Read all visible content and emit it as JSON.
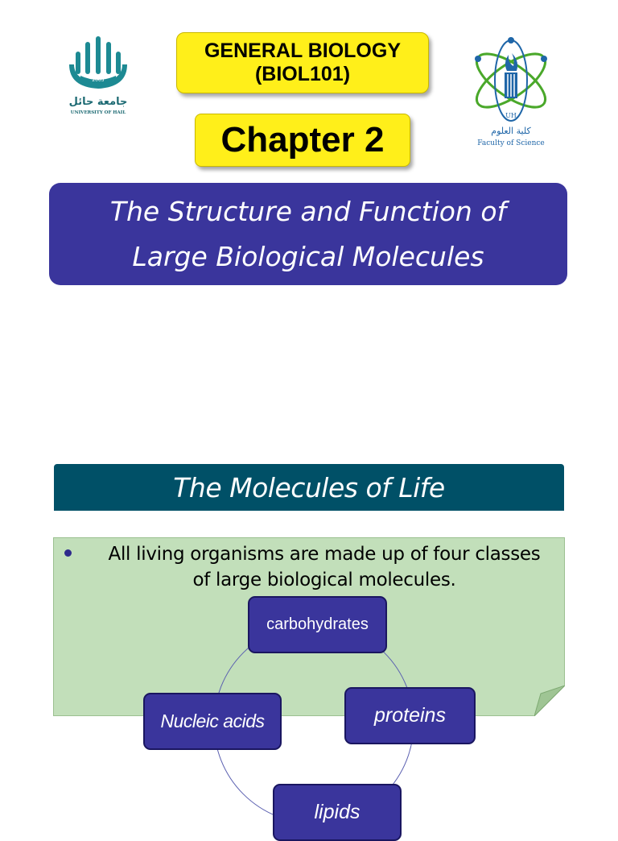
{
  "header": {
    "course_line1": "GENERAL BIOLOGY",
    "course_line2": "(BIOL101)",
    "chapter": "Chapter 2"
  },
  "logos": {
    "left": {
      "icon": "university-of-hail-logo",
      "arabic": "جامعة حائل",
      "english": "UNIVERSITY OF HAIL"
    },
    "right": {
      "icon": "faculty-of-science-logo",
      "badge": "UH",
      "arabic": "كلية العلوم",
      "english": "Faculty of Science"
    }
  },
  "title": {
    "line1": "The Structure and Function of",
    "line2": "Large Biological Molecules"
  },
  "section": {
    "heading": "The Molecules of Life",
    "bullet_line1": "All living organisms are made up of four classes",
    "bullet_line2": "of large biological molecules."
  },
  "molecules": {
    "carbohydrates": "carbohydrates",
    "proteins": "proteins",
    "nucleic_acids": "Nucleic acids",
    "lipids": "lipids"
  },
  "colors": {
    "yellow": "#ffef1a",
    "indigo": "#3a359c",
    "teal": "#005067",
    "green": "#c2dfba"
  }
}
